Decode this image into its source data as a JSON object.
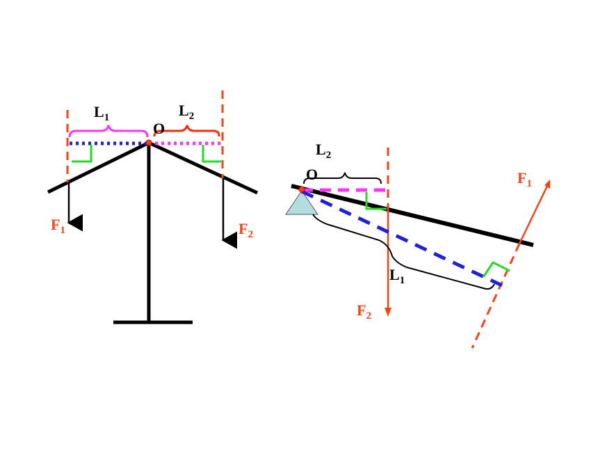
{
  "colors": {
    "lever": "#000000",
    "force_red": "#ff4013",
    "blue_arm": "#1f1fe0",
    "pink_arm": "#ff33ff",
    "right_angle": "#22dd22",
    "brace_red": "#ff2a00",
    "pivot_fill": "#b3dde0"
  },
  "left_diagram": {
    "pivot_label": "O",
    "arm1": {
      "label": "L",
      "sub": "1"
    },
    "arm2": {
      "label": "L",
      "sub": "2"
    },
    "force1": {
      "label": "F",
      "sub": "1"
    },
    "force2": {
      "label": "F",
      "sub": "2"
    }
  },
  "right_diagram": {
    "pivot_label": "O",
    "arm1": {
      "label": "L",
      "sub": "1"
    },
    "arm2": {
      "label": "L",
      "sub": "2"
    },
    "force1": {
      "label": "F",
      "sub": "1"
    },
    "force2": {
      "label": "F",
      "sub": "2"
    }
  }
}
